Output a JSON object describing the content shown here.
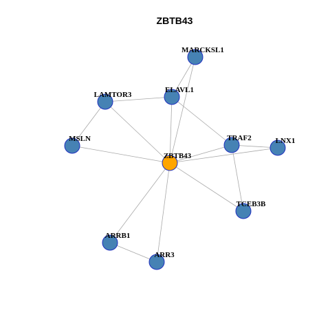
{
  "title": "ZBTB43",
  "colors": {
    "hub_fill": "#FFA500",
    "node_fill": "#4682B4",
    "node_stroke": "#1F2FBF",
    "edge": "#A8A8A8"
  },
  "nodes": [
    {
      "id": "MARCKSL1",
      "label": "MARCKSL1",
      "hub": false
    },
    {
      "id": "LAMTOR3",
      "label": "LAMTOR3",
      "hub": false
    },
    {
      "id": "ELAVL1",
      "label": "ELAVL1",
      "hub": false
    },
    {
      "id": "MSLN",
      "label": "MSLN",
      "hub": false
    },
    {
      "id": "TRAF2",
      "label": "TRAF2",
      "hub": false
    },
    {
      "id": "LNX1",
      "label": "LNX1",
      "hub": false
    },
    {
      "id": "ZBTB43",
      "label": "ZBTB43",
      "hub": true
    },
    {
      "id": "TCEB3B",
      "label": "TCEB3B",
      "hub": false
    },
    {
      "id": "ARRB1",
      "label": "ARRB1",
      "hub": false
    },
    {
      "id": "ARR3",
      "label": "ARR3",
      "hub": false
    }
  ],
  "edges": [
    [
      "MARCKSL1",
      "ELAVL1"
    ],
    [
      "MARCKSL1",
      "ZBTB43"
    ],
    [
      "LAMTOR3",
      "ELAVL1"
    ],
    [
      "LAMTOR3",
      "MSLN"
    ],
    [
      "LAMTOR3",
      "ZBTB43"
    ],
    [
      "ELAVL1",
      "ZBTB43"
    ],
    [
      "ELAVL1",
      "TRAF2"
    ],
    [
      "MSLN",
      "ZBTB43"
    ],
    [
      "TRAF2",
      "LNX1"
    ],
    [
      "TRAF2",
      "ZBTB43"
    ],
    [
      "TRAF2",
      "TCEB3B"
    ],
    [
      "LNX1",
      "ZBTB43"
    ],
    [
      "ZBTB43",
      "TCEB3B"
    ],
    [
      "ZBTB43",
      "ARRB1"
    ],
    [
      "ZBTB43",
      "ARR3"
    ],
    [
      "ARRB1",
      "ARR3"
    ]
  ]
}
